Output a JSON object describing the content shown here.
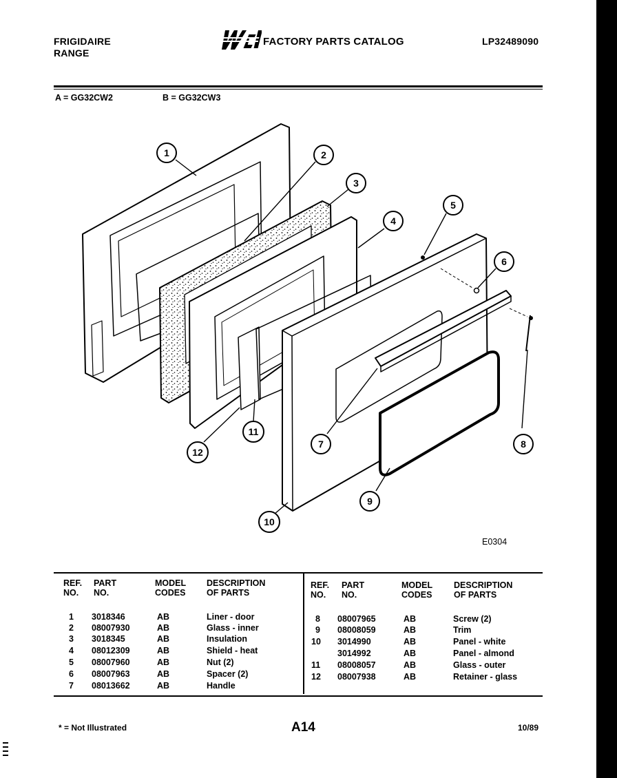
{
  "header": {
    "brand_line1": "FRIGIDAIRE",
    "brand_line2": "RANGE",
    "logo_text": "WCI",
    "catalog_title": "FACTORY PARTS CATALOG",
    "catalog_number": "LP32489090"
  },
  "models": {
    "a": "A = GG32CW2",
    "b": "B = GG32CW3"
  },
  "diagram": {
    "code": "E0304",
    "callouts": [
      "1",
      "2",
      "3",
      "4",
      "5",
      "6",
      "7",
      "8",
      "9",
      "10",
      "11",
      "12"
    ]
  },
  "table": {
    "headers": {
      "ref_1": "REF.",
      "ref_2": "NO.",
      "part_1": "PART",
      "part_2": "NO.",
      "model_1": "MODEL",
      "model_2": "CODES",
      "desc_1": "DESCRIPTION",
      "desc_2": "OF PARTS"
    },
    "left_rows": [
      {
        "ref": "1",
        "part": "3018346",
        "model": "AB",
        "desc": "Liner - door"
      },
      {
        "ref": "2",
        "part": "08007930",
        "model": "AB",
        "desc": "Glass - inner"
      },
      {
        "ref": "3",
        "part": "3018345",
        "model": "AB",
        "desc": "Insulation"
      },
      {
        "ref": "4",
        "part": "08012309",
        "model": "AB",
        "desc": "Shield - heat"
      },
      {
        "ref": "5",
        "part": "08007960",
        "model": "AB",
        "desc": "Nut (2)"
      },
      {
        "ref": "6",
        "part": "08007963",
        "model": "AB",
        "desc": "Spacer (2)"
      },
      {
        "ref": "7",
        "part": "08013662",
        "model": "AB",
        "desc": "Handle"
      }
    ],
    "right_rows": [
      {
        "ref": "8",
        "part": "08007965",
        "model": "AB",
        "desc": "Screw (2)"
      },
      {
        "ref": "9",
        "part": "08008059",
        "model": "AB",
        "desc": "Trim"
      },
      {
        "ref": "10",
        "part": "3014990",
        "model": "AB",
        "desc": "Panel - white"
      },
      {
        "ref": "",
        "part": "3014992",
        "model": "AB",
        "desc": "Panel - almond"
      },
      {
        "ref": "11",
        "part": "08008057",
        "model": "AB",
        "desc": "Glass - outer"
      },
      {
        "ref": "12",
        "part": "08007938",
        "model": "AB",
        "desc": "Retainer - glass"
      }
    ]
  },
  "footer": {
    "note": "* = Not Illustrated",
    "page": "A14",
    "date": "10/89"
  }
}
